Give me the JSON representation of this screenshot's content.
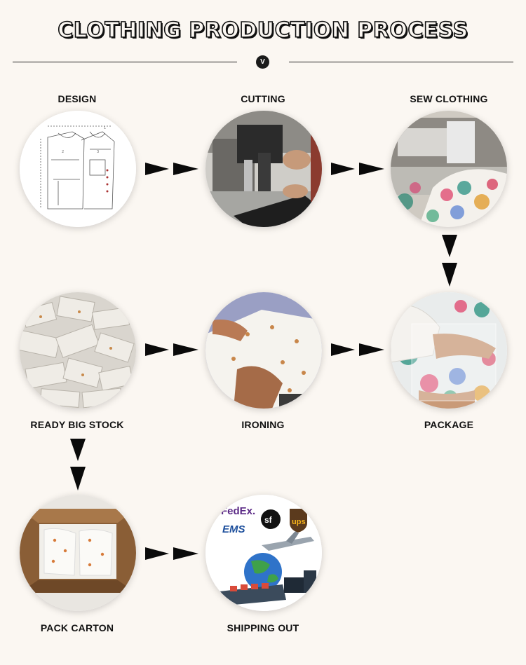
{
  "header": {
    "title": "CLOTHING PRODUCTION PROCESS",
    "badge": "V"
  },
  "steps": [
    {
      "label": "DESIGN",
      "icon": "pattern-sketch-image"
    },
    {
      "label": "CUTTING",
      "icon": "cutting-machine-image"
    },
    {
      "label": "SEW CLOTHING",
      "icon": "sewing-machine-image"
    },
    {
      "label": "READY BIG STOCK",
      "icon": "fabric-stock-image"
    },
    {
      "label": "IRONING",
      "icon": "ironing-garment-image"
    },
    {
      "label": "PACKAGE",
      "icon": "packaging-garment-image"
    },
    {
      "label": "PACK CARTON",
      "icon": "carton-box-image"
    },
    {
      "label": "SHIPPING OUT",
      "icon": "shipping-logistics-image"
    }
  ],
  "shipping_logos": {
    "fedex": "FedEx.",
    "ems": "EMS",
    "sf": "sf",
    "ups": "ups"
  },
  "colors": {
    "background": "#fbf7f2",
    "text": "#111111",
    "arrow": "#0a0a0a"
  }
}
